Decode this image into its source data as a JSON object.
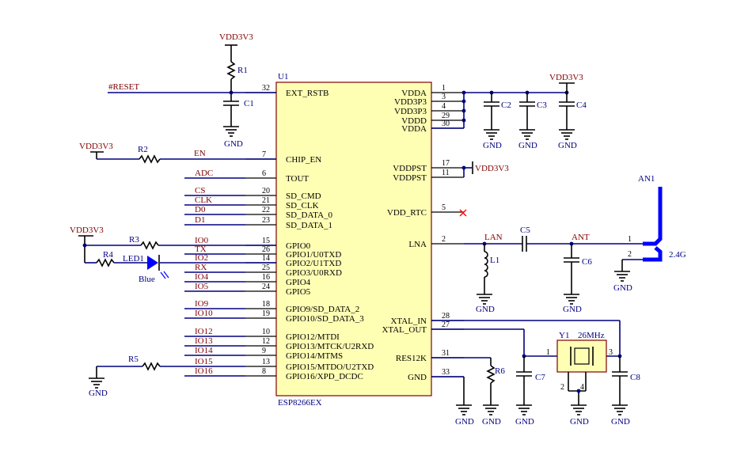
{
  "chip": {
    "designator": "U1",
    "part": "ESP8266EX"
  },
  "power": {
    "vdd": "VDD3V3",
    "gnd": "GND"
  },
  "nets": {
    "reset": "#RESET",
    "en": "EN",
    "adc": "ADC",
    "cs": "CS",
    "clk": "CLK",
    "d0": "D0",
    "d1": "D1",
    "io0": "IO0",
    "tx": "TX",
    "io2": "IO2",
    "rx": "RX",
    "io4": "IO4",
    "io5": "IO5",
    "io9": "IO9",
    "io10": "IO10",
    "io12": "IO12",
    "io13": "IO13",
    "io14": "IO14",
    "io15": "IO15",
    "io16": "IO16",
    "lan": "LAN",
    "ant": "ANT"
  },
  "components": {
    "r1": "R1",
    "r2": "R2",
    "r3": "R3",
    "r4": "R4",
    "r5": "R5",
    "r6": "R6",
    "c1": "C1",
    "c2": "C2",
    "c3": "C3",
    "c4": "C4",
    "c5": "C5",
    "c6": "C6",
    "c7": "C7",
    "c8": "C8",
    "l1": "L1",
    "led1": "LED1",
    "led_color": "Blue",
    "y1": "Y1",
    "y1_freq": "26MHz",
    "an1": "AN1",
    "an1_band": "2.4G",
    "x_pin1": "1",
    "x_pin2": "2",
    "x_pin3": "3",
    "x_pin4": "4",
    "ant_pin1": "1",
    "ant_pin2": "2"
  },
  "left_pins": [
    {
      "num": "32",
      "name": "EXT_RSTB"
    },
    {
      "num": "7",
      "name": "CHIP_EN"
    },
    {
      "num": "6",
      "name": "TOUT"
    },
    {
      "num": "20",
      "name": "SD_CMD"
    },
    {
      "num": "21",
      "name": "SD_CLK"
    },
    {
      "num": "22",
      "name": "SD_DATA_0"
    },
    {
      "num": "23",
      "name": "SD_DATA_1"
    },
    {
      "num": "15",
      "name": "GPIO0"
    },
    {
      "num": "26",
      "name": "GPIO1/U0TXD"
    },
    {
      "num": "14",
      "name": "GPIO2/U1TXD"
    },
    {
      "num": "25",
      "name": "GPIO3/U0RXD"
    },
    {
      "num": "16",
      "name": "GPIO4"
    },
    {
      "num": "24",
      "name": "GPIO5"
    },
    {
      "num": "18",
      "name": "GPIO9/SD_DATA_2"
    },
    {
      "num": "19",
      "name": "GPIO10/SD_DATA_3"
    },
    {
      "num": "10",
      "name": "GPIO12/MTDI"
    },
    {
      "num": "12",
      "name": "GPIO13/MTCK/U2RXD"
    },
    {
      "num": "9",
      "name": "GPIO14/MTMS"
    },
    {
      "num": "13",
      "name": "GPIO15/MTDO/U2TXD"
    },
    {
      "num": "8",
      "name": "GPIO16/XPD_DCDC"
    }
  ],
  "right_pins": [
    {
      "num": "1",
      "name": "VDDA"
    },
    {
      "num": "3",
      "name": "VDD3P3"
    },
    {
      "num": "4",
      "name": "VDD3P3"
    },
    {
      "num": "29",
      "name": "VDDD"
    },
    {
      "num": "30",
      "name": "VDDA"
    },
    {
      "num": "17",
      "name": "VDDPST"
    },
    {
      "num": "11",
      "name": "VDDPST"
    },
    {
      "num": "5",
      "name": "VDD_RTC"
    },
    {
      "num": "2",
      "name": "LNA"
    },
    {
      "num": "28",
      "name": "XTAL_IN"
    },
    {
      "num": "27",
      "name": "XTAL_OUT"
    },
    {
      "num": "31",
      "name": "RES12K"
    },
    {
      "num": "33",
      "name": "GND"
    }
  ]
}
